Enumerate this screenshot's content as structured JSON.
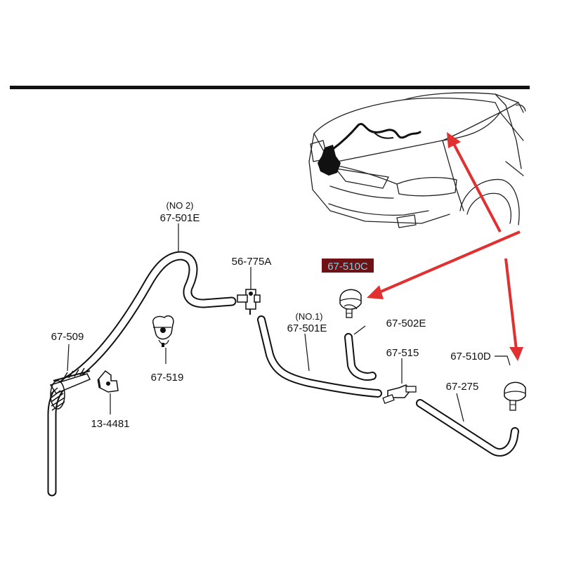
{
  "colors": {
    "ink": "#111111",
    "highlight_bg": "#6e1216",
    "highlight_text": "#7fd0e0",
    "arrow": "#e03030"
  },
  "labels": {
    "no2": "(NO 2)",
    "hose_no2": "67-501E",
    "connector_tee": "56-775A",
    "nozzle_left": "67-510C",
    "no1": "(NO.1)",
    "hose_no1": "67-501E",
    "hose_short": "67-502E",
    "joint_y": "67-515",
    "nozzle_right": "67-510D",
    "hose_long": "67-275",
    "pump_grommet": "67-509",
    "clip_nozzle": "67-519",
    "clip_small": "13-4481"
  }
}
